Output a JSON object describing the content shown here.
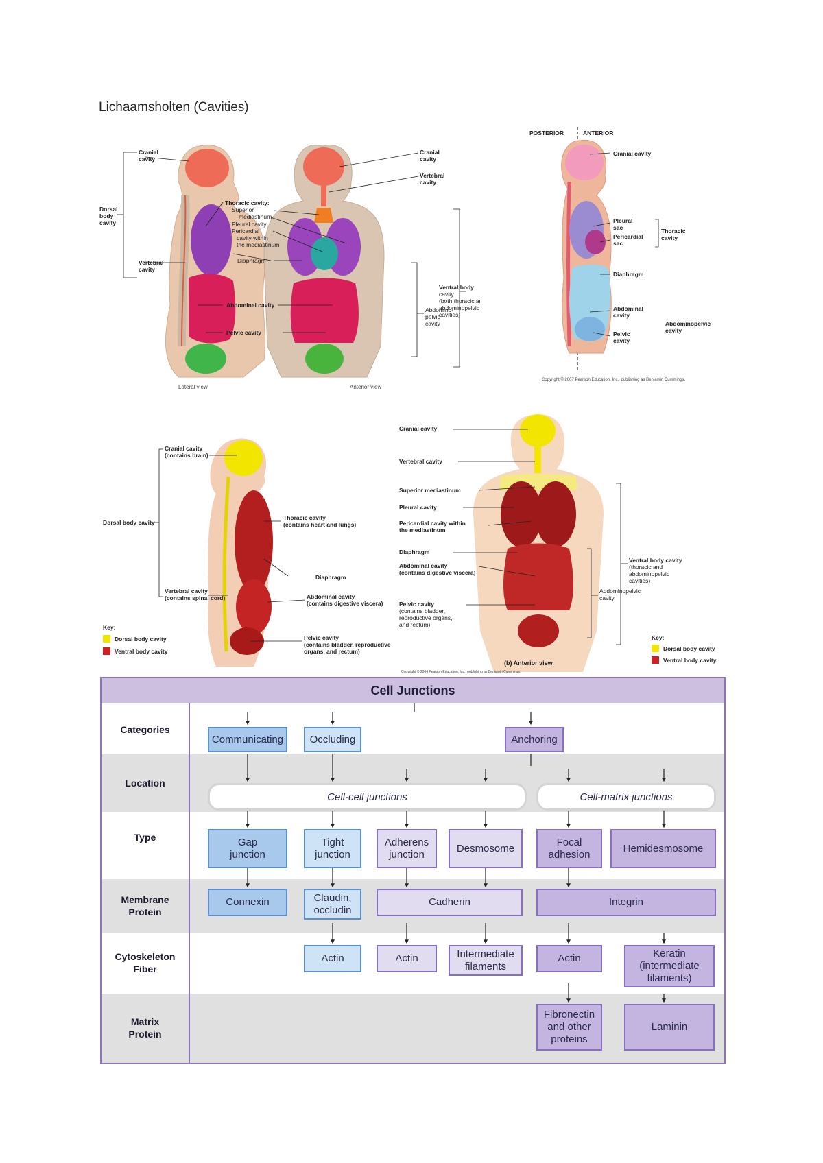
{
  "page": {
    "title": "Lichaamsholten (Cavities)"
  },
  "figure1": {
    "lateral": {
      "cranial": "Cranial",
      "cranial2": "cavity",
      "dorsal1": "Dorsal",
      "dorsal2": "body",
      "dorsal3": "cavity",
      "vertebral1": "Vertebral",
      "vertebral2": "cavity",
      "caption": "Lateral view"
    },
    "center": {
      "thoracic": "Thoracic cavity:",
      "superior1": "Superior",
      "superior2": "mediastinum",
      "pleural": "Pleural cavity",
      "pericardial1": "Pericardial",
      "pericardial2": "cavity within",
      "pericardial3": "the mediastinum",
      "diaphragm": "Diaphragm",
      "abdominal": "Abdominal cavity",
      "pelvic": "Pelvic cavity"
    },
    "anterior": {
      "cranial1": "Cranial",
      "cranial2": "cavity",
      "vertebral1": "Vertebral",
      "vertebral2": "cavity",
      "abdomino1": "Abdomino-",
      "abdomino2": "pelvic",
      "abdomino3": "cavity",
      "ventral1": "Ventral body",
      "ventral2": "cavity",
      "ventral3": "(both thoracic and",
      "ventral4": "abdominopelvic",
      "ventral5": "cavities)",
      "caption": "Anterior view"
    }
  },
  "figure2": {
    "posterior": "POSTERIOR",
    "anterior": "ANTERIOR",
    "cranial": "Cranial cavity",
    "pleural1": "Pleural",
    "pleural2": "sac",
    "pericardial1": "Pericardial",
    "pericardial2": "sac",
    "thoracic1": "Thoracic",
    "thoracic2": "cavity",
    "diaphragm": "Diaphragm",
    "abdominal1": "Abdominal",
    "abdominal2": "cavity",
    "pelvic1": "Pelvic",
    "pelvic2": "cavity",
    "abdpel1": "Abdominopelvic",
    "abdpel2": "cavity",
    "copyright": "Copyright © 2007 Pearson Education, Inc., publishing as Benjamin Cummings."
  },
  "figure3": {
    "cranial1": "Cranial cavity",
    "cranial2": "(contains brain)",
    "dorsal": "Dorsal body cavity",
    "thoracic1": "Thoracic cavity",
    "thoracic2": "(contains heart and lungs)",
    "diaphragm": "Diaphragm",
    "vertebral1": "Vertebral cavity",
    "vertebral2": "(contains spinal cord)",
    "abdominal1": "Abdominal cavity",
    "abdominal2": "(contains digestive viscera)",
    "pelvic1": "Pelvic cavity",
    "pelvic2": "(contains bladder, reproductive",
    "pelvic3": "organs, and rectum)",
    "key": "Key:",
    "key_dorsal": "Dorsal body cavity",
    "key_ventral": "Ventral body cavity",
    "yellow": "#f2e600",
    "red": "#cc2222"
  },
  "figure4": {
    "cranial": "Cranial cavity",
    "vertebral": "Vertebral cavity",
    "superior": "Superior mediastinum",
    "pleural": "Pleural cavity",
    "pericardial1": "Pericardial cavity within",
    "pericardial2": "the mediastinum",
    "diaphragm": "Diaphragm",
    "abdominal1": "Abdominal cavity",
    "abdominal2": "(contains digestive viscera)",
    "pelvic1": "Pelvic cavity",
    "pelvic2": "(contains bladder,",
    "pelvic3": "reproductive organs,",
    "pelvic4": "and rectum)",
    "abdpel1": "Abdominopelvic",
    "abdpel2": "cavity",
    "ventral1": "Ventral body cavity",
    "ventral2": "(thoracic and",
    "ventral3": "abdominopelvic",
    "ventral4": "cavities)",
    "caption": "(b) Anterior view",
    "key": "Key:",
    "key_dorsal": "Dorsal body cavity",
    "key_ventral": "Ventral body cavity",
    "copyright": "Copyright © 2004 Pearson Education, Inc., publishing as Benjamin Cummings."
  },
  "cell_junctions": {
    "title": "Cell Junctions",
    "rows": {
      "categories": "Categories",
      "location": "Location",
      "type": "Type",
      "membrane1": "Membrane",
      "membrane2": "Protein",
      "cyto1": "Cytoskeleton",
      "cyto2": "Fiber",
      "matrix1": "Matrix",
      "matrix2": "Protein"
    },
    "categories": {
      "communicating": "Communicating",
      "occluding": "Occluding",
      "anchoring": "Anchoring"
    },
    "location": {
      "cell_cell": "Cell-cell junctions",
      "cell_matrix": "Cell-matrix junctions"
    },
    "type": {
      "gap1": "Gap",
      "gap2": "junction",
      "tight1": "Tight",
      "tight2": "junction",
      "adherens1": "Adherens",
      "adherens2": "junction",
      "desmosome": "Desmosome",
      "focal1": "Focal",
      "focal2": "adhesion",
      "hemidesmosome": "Hemidesmosome"
    },
    "membrane": {
      "connexin": "Connexin",
      "claudin1": "Claudin,",
      "claudin2": "occludin",
      "cadherin": "Cadherin",
      "integrin": "Integrin"
    },
    "cyto": {
      "actin": "Actin",
      "intermediate1": "Intermediate",
      "intermediate2": "filaments",
      "keratin1": "Keratin",
      "keratin2": "(intermediate",
      "keratin3": "filaments)"
    },
    "matrix": {
      "fibronectin1": "Fibronectin",
      "fibronectin2": "and other",
      "fibronectin3": "proteins",
      "laminin": "Laminin"
    }
  }
}
